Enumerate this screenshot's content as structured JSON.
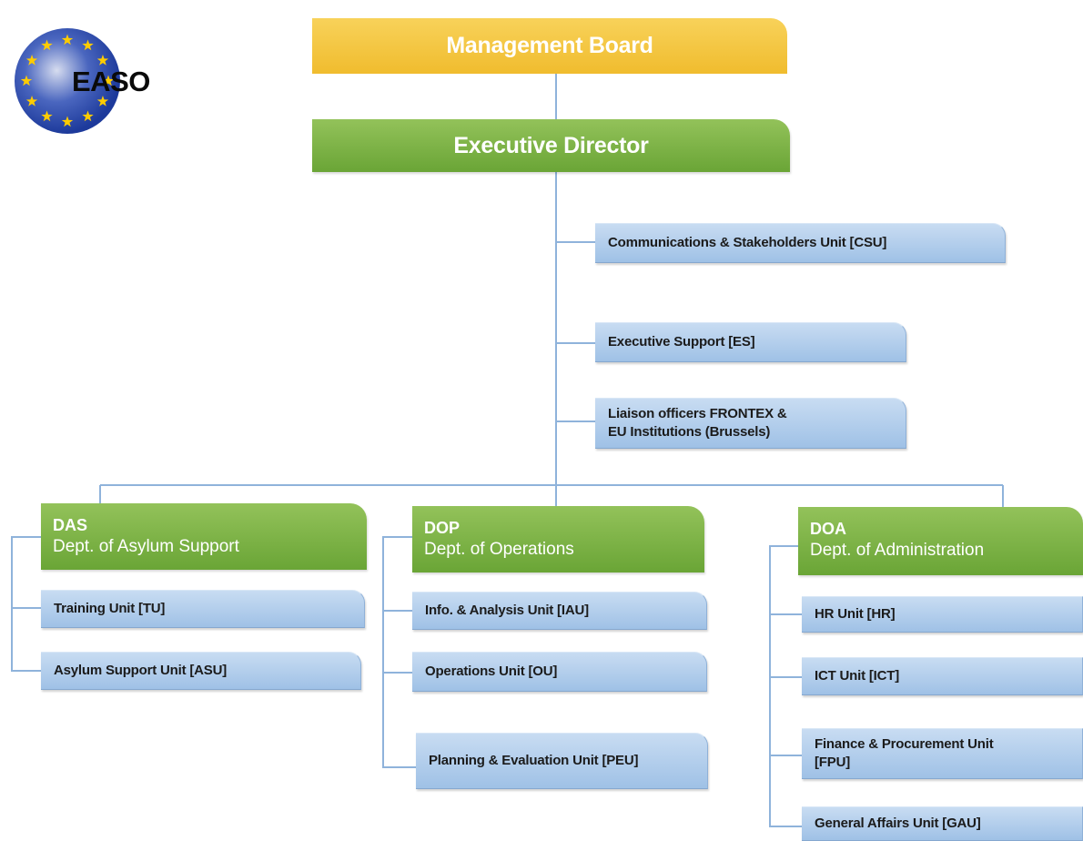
{
  "logo": {
    "text": "EASO",
    "icon": "eu-stars-globe-icon",
    "colors": {
      "globe": "#1d3a9b",
      "stars": "#ffcc00"
    }
  },
  "management_board": "Management Board",
  "executive_director": "Executive Director",
  "staff_units": [
    {
      "text": "Communications & Stakeholders Unit [CSU]"
    },
    {
      "text": "Executive Support [ES]"
    },
    {
      "text": "Liaison officers FRONTEX &\nEU Institutions (Brussels)"
    }
  ],
  "departments": [
    {
      "abbr": "DAS",
      "name": "Dept. of Asylum Support",
      "units": [
        {
          "text": "Training Unit [TU]"
        },
        {
          "text": "Asylum Support Unit [ASU]"
        }
      ]
    },
    {
      "abbr": "DOP",
      "name": "Dept. of Operations",
      "units": [
        {
          "text": "Info. & Analysis Unit [IAU]"
        },
        {
          "text": "Operations Unit [OU]"
        },
        {
          "text": "Planning & Evaluation Unit [PEU]"
        }
      ]
    },
    {
      "abbr": "DOA",
      "name": "Dept. of Administration",
      "units": [
        {
          "text": "HR Unit [HR]"
        },
        {
          "text": "ICT Unit [ICT]"
        },
        {
          "text": "Finance & Procurement Unit\n[FPU]"
        },
        {
          "text": "General Affairs Unit [GAU]"
        }
      ]
    }
  ],
  "colors": {
    "board": "#f5c842",
    "director": "#7cb342",
    "department": "#7cb342",
    "unit": "#b7d0ee",
    "connector": "#8fb3db"
  }
}
